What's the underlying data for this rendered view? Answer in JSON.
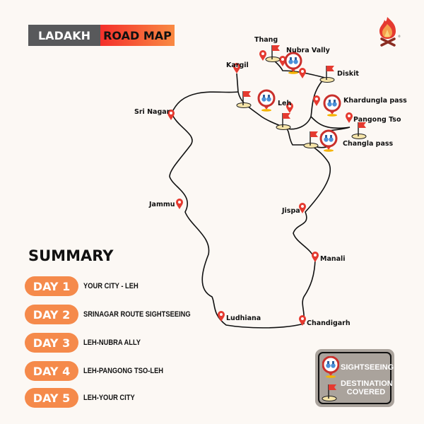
{
  "header": {
    "title_left": "LADAKH",
    "title_right": "ROAD MAP"
  },
  "logo": {
    "icon": "campfire-logo",
    "mark": "®"
  },
  "map": {
    "places": [
      "Thang",
      "Nubra Vally",
      "Kargil",
      "Diskit",
      "Leh",
      "Khardungla pass",
      "Sri Nagar",
      "Pangong Tso",
      "Changla pass",
      "Jammu",
      "Jispa",
      "Manali",
      "Ludhiana",
      "Chandigarh"
    ]
  },
  "summary": {
    "title": "SUMMARY",
    "days": [
      {
        "label": "DAY 1",
        "text": "YOUR CITY - LEH"
      },
      {
        "label": "DAY 2",
        "text": "SRINAGAR ROUTE SIGHTSEEING"
      },
      {
        "label": "DAY 3",
        "text": "LEH-NUBRA ALLY"
      },
      {
        "label": "DAY 4",
        "text": "LEH-PANGONG TSO-LEH"
      },
      {
        "label": "DAY 5",
        "text": "LEH-YOUR CITY"
      }
    ]
  },
  "legend": {
    "sightseeing": "SIGHTSEEING",
    "destination": "DESTINATION COVERED"
  },
  "colors": {
    "orange": "#f58a4b",
    "red": "#e53a30",
    "dark": "#58595b",
    "bg": "#fcf8f4"
  }
}
